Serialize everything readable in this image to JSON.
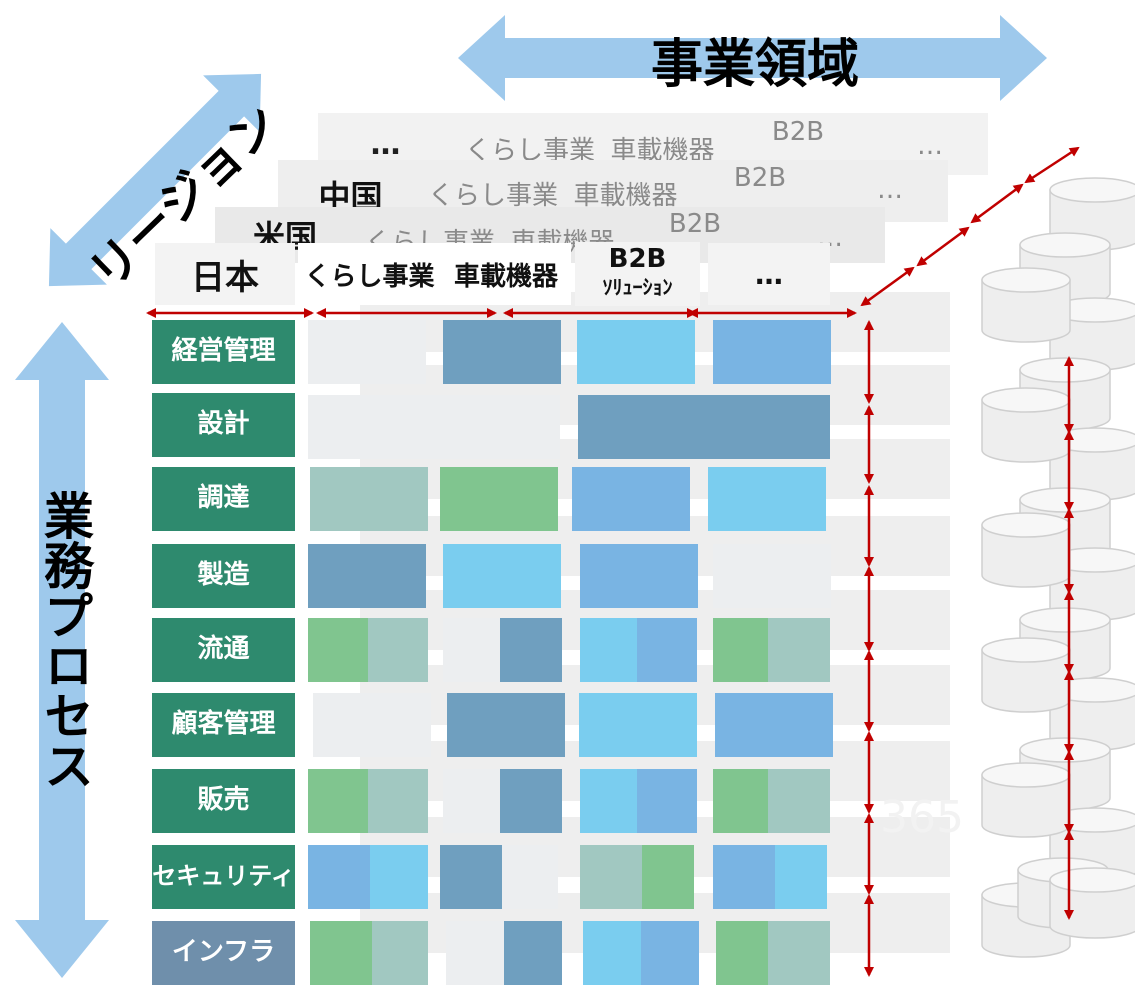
{
  "titles": {
    "business_domain": "事業領域",
    "region": "リージョン",
    "business_process": "業務プロセス"
  },
  "regions": {
    "front": "日本",
    "layer1": "米国",
    "layer2": "中国",
    "layer3": "…"
  },
  "columns": {
    "c1": "くらし事業",
    "c2": "車載機器",
    "c3_main": "B2B",
    "c3_sub": "ｿﾘｭｰｼｮﾝ",
    "c4": "…"
  },
  "processes": [
    "経営管理",
    "設計",
    "調達",
    "製造",
    "流通",
    "顧客管理",
    "販売",
    "セキュリティ",
    "インフラ"
  ],
  "ghost_text": "365",
  "colors": {
    "arrow_blue": "#9ec9ec",
    "red_arrow": "#c00000",
    "label_green": "#2e8a6e",
    "label_slate": "#6f8fab",
    "steel_blue": "#6f9fbf",
    "sky_blue": "#7acdef",
    "mid_blue": "#79b4e3",
    "sage": "#a1c8c1",
    "green": "#80c58f",
    "light_gray": "#eceef0"
  }
}
